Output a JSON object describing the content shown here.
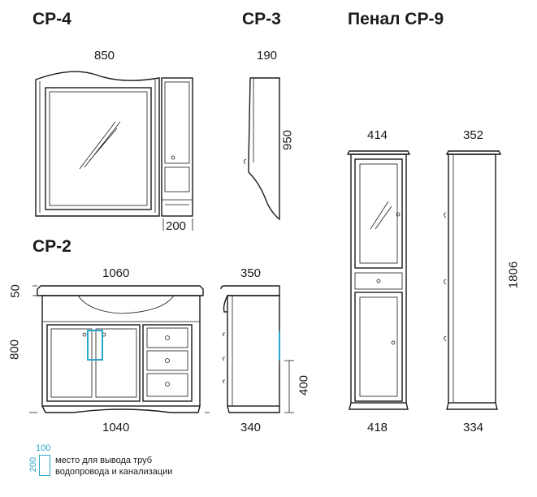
{
  "titles": {
    "cp4": "CP-4",
    "cp3": "CP-3",
    "cp9": "Пенал CP-9",
    "cp2": "CP-2"
  },
  "dimensions": {
    "cp4_width": "850",
    "cp4_shelf": "200",
    "cp3_depth": "190",
    "cp3_height": "950",
    "cp2_width_top": "1060",
    "cp2_width_bottom": "1040",
    "cp2_top_thickness": "50",
    "cp2_height": "800",
    "cp2_depth_top": "350",
    "cp2_depth_bottom": "340",
    "cp2_pipe_height": "400",
    "cp9_width_top": "414",
    "cp9_width_bottom": "418",
    "cp9_depth_top": "352",
    "cp9_depth_bottom": "334",
    "cp9_height": "1806"
  },
  "legend": {
    "width": "100",
    "height": "200",
    "line1": "место для вывода труб",
    "line2": "водопровода и канализации"
  },
  "colors": {
    "line": "#1a1a1a",
    "accent": "#2aa7c9"
  }
}
